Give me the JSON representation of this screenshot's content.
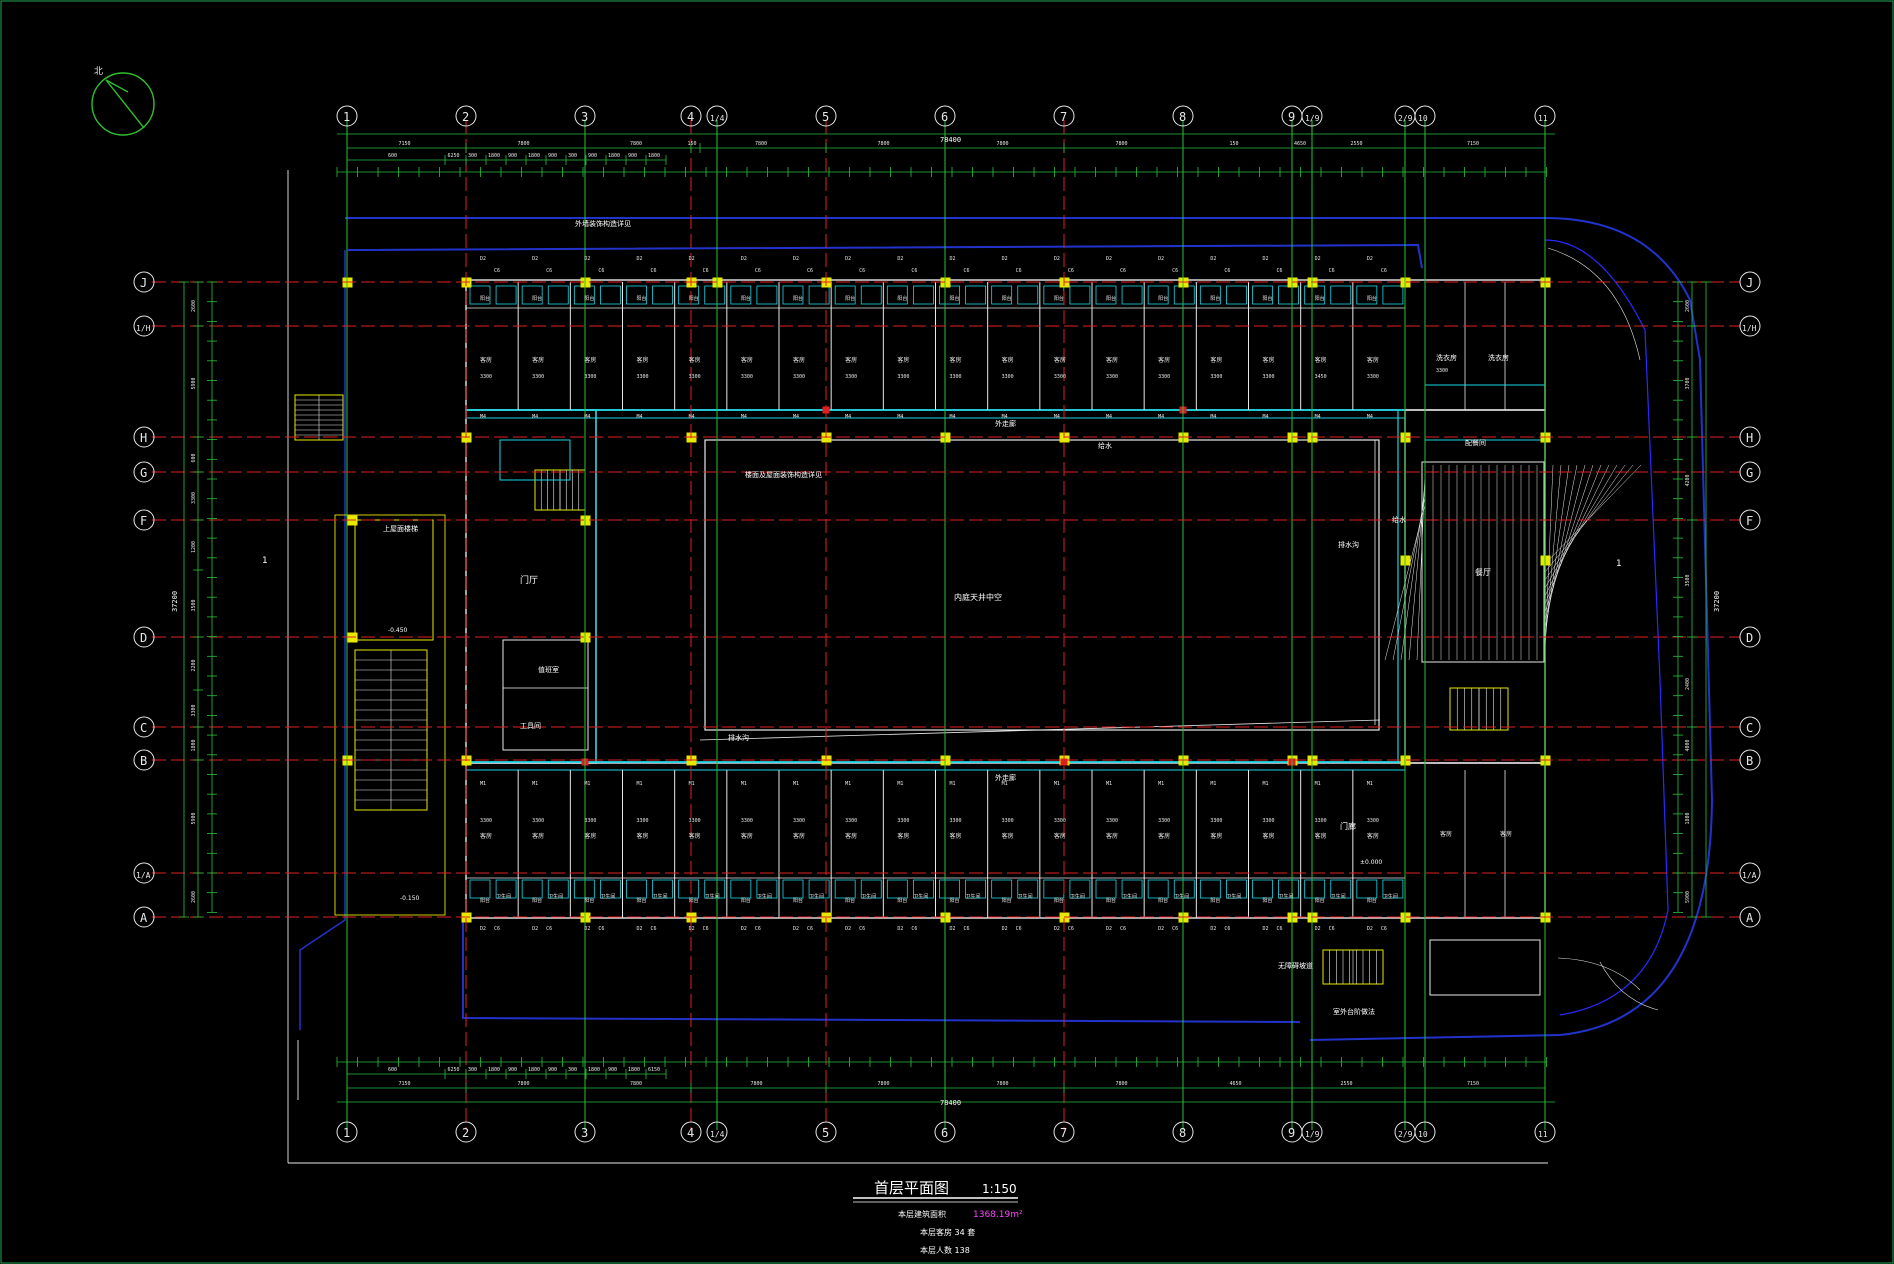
{
  "drawing": {
    "title": "首层平面图",
    "scale": "1:150",
    "area_label": "本层建筑面积",
    "area_value": "1368.19m²",
    "note_1": "本层客房 34 套",
    "note_2": "本层人数 138",
    "north_label": "北"
  },
  "grid": {
    "columns": [
      "1",
      "2",
      "3",
      "4",
      "1/4",
      "5",
      "6",
      "7",
      "8",
      "9",
      "1/9",
      "2/9",
      "10",
      "11"
    ],
    "rows": [
      "J",
      "1/H",
      "H",
      "G",
      "F",
      "D",
      "C",
      "B",
      "1/A",
      "A"
    ]
  },
  "dims": {
    "overall_width": "78400",
    "overall_depth": "37200",
    "bays_top": [
      "7150",
      "7800",
      "7800",
      "150",
      "7800",
      "7800",
      "7800",
      "7800",
      "150",
      "4650",
      "2550",
      "7150"
    ],
    "bays_bottom": [
      "7150",
      "7800",
      "7800",
      "7800",
      "7800",
      "7800",
      "7800",
      "4650",
      "2550",
      "7150"
    ],
    "sub_top": [
      "600",
      "6250",
      "300",
      "1800",
      "900",
      "1800",
      "900",
      "300",
      "900",
      "1800",
      "900",
      "1800",
      "300"
    ],
    "sub_bottom": [
      "600",
      "6250",
      "300",
      "1800",
      "900",
      "1800",
      "900",
      "300",
      "1800",
      "900",
      "1800",
      "6150",
      "600"
    ],
    "left_rows": [
      "2600",
      "5900",
      "600",
      "3300",
      "1200",
      "3500",
      "2200",
      "3300",
      "1800",
      "5900",
      "2600"
    ],
    "right_rows": [
      "2600",
      "3700",
      "4200",
      "3500",
      "2400",
      "4000",
      "1800",
      "5900",
      "2600"
    ]
  },
  "labels": {
    "room": "客房",
    "balcony": "阳台",
    "bath": "卫生间",
    "corridor": "外走廊",
    "lobby": "门厅",
    "duty": "值班室",
    "tool": "工具间",
    "courtyard": "内庭天井中空",
    "canteen": "餐厅",
    "kitchen": "配餐间",
    "laundry": "洗衣房",
    "water": "给水",
    "drain": "排水沟",
    "stair_note": "上屋面楼梯",
    "ramp": "无障碍坡道",
    "detail_1": "外墙装饰构造详见",
    "detail_2": "楼面及屋面装饰构造详见",
    "detail_3": "室外台阶做法",
    "porch": "门廊",
    "room_width": "3300",
    "room_width_b": "3450",
    "level_0": "±0.000",
    "level_1": "-0.450",
    "level_2": "-0.150",
    "win_a": "C6",
    "win_b": "D2",
    "door": "M4",
    "door_b": "M1",
    "section": "1"
  }
}
